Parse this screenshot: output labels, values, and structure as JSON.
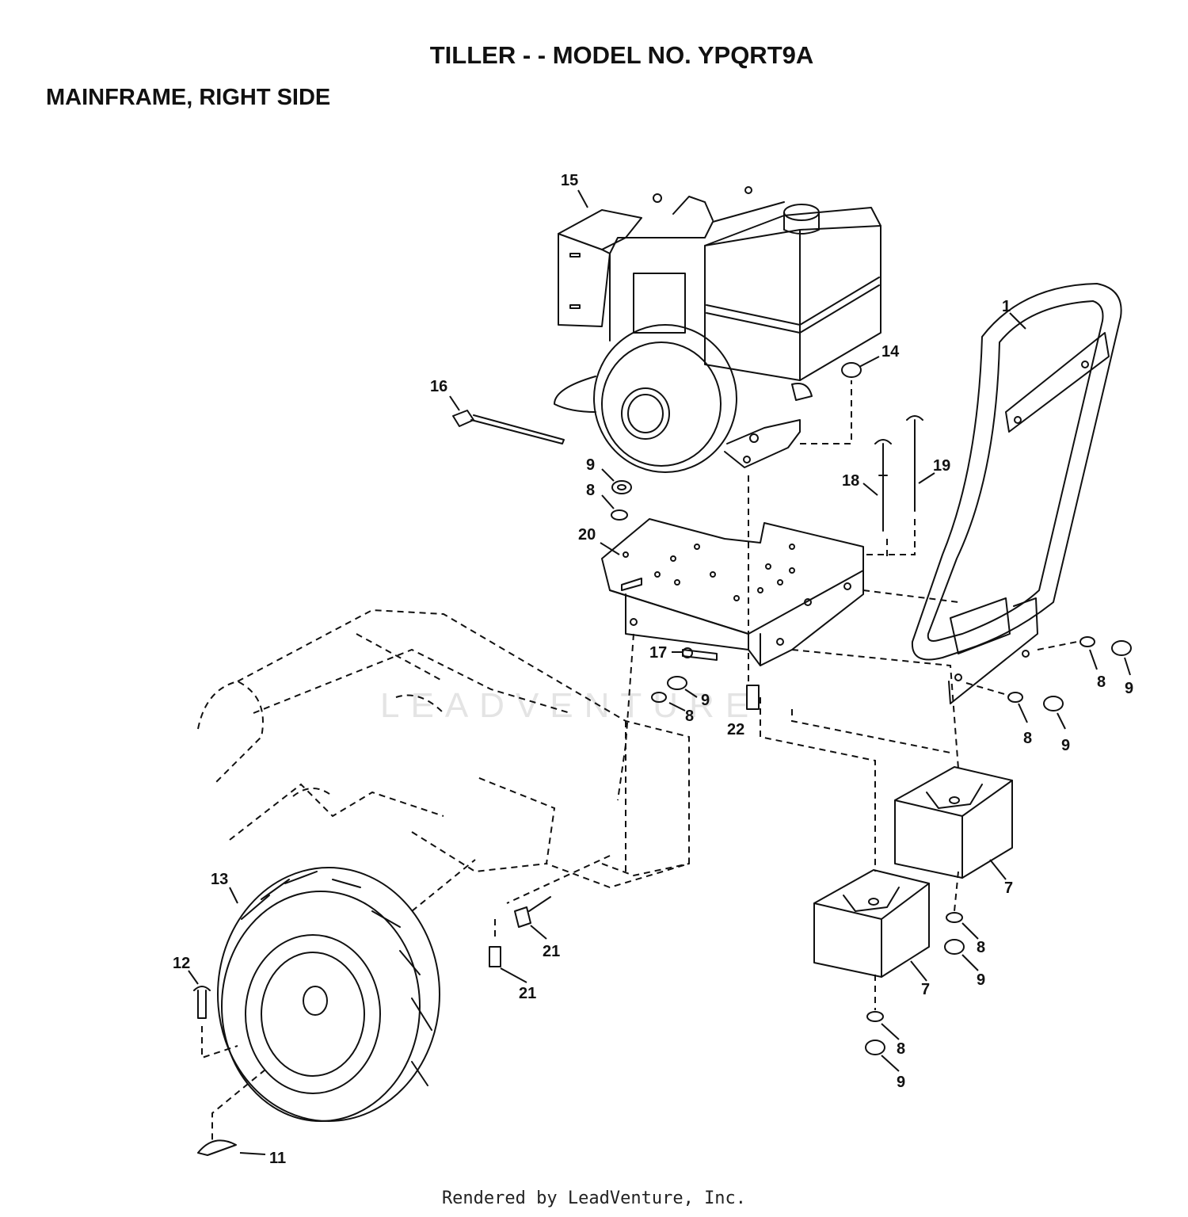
{
  "title": "TILLER - - MODEL NO. YPQRT9A",
  "subtitle": "MAINFRAME, RIGHT SIDE",
  "footer": "Rendered by LeadVenture, Inc.",
  "watermark": "LEADVENTURE",
  "callouts": {
    "c15": "15",
    "c1": "1",
    "c14": "14",
    "c16": "16",
    "c9a": "9",
    "c8a": "8",
    "c20": "20",
    "c18": "18",
    "c19": "19",
    "c17": "17",
    "c9b": "9",
    "c8b": "8",
    "c22": "22",
    "c8c": "8",
    "c9c": "9",
    "c8d": "8",
    "c9d": "9",
    "c7a": "7",
    "c7b": "7",
    "c8e": "8",
    "c9e": "9",
    "c8f": "8",
    "c9f": "9",
    "c13": "13",
    "c12": "12",
    "c21a": "21",
    "c21b": "21",
    "c11": "11"
  }
}
